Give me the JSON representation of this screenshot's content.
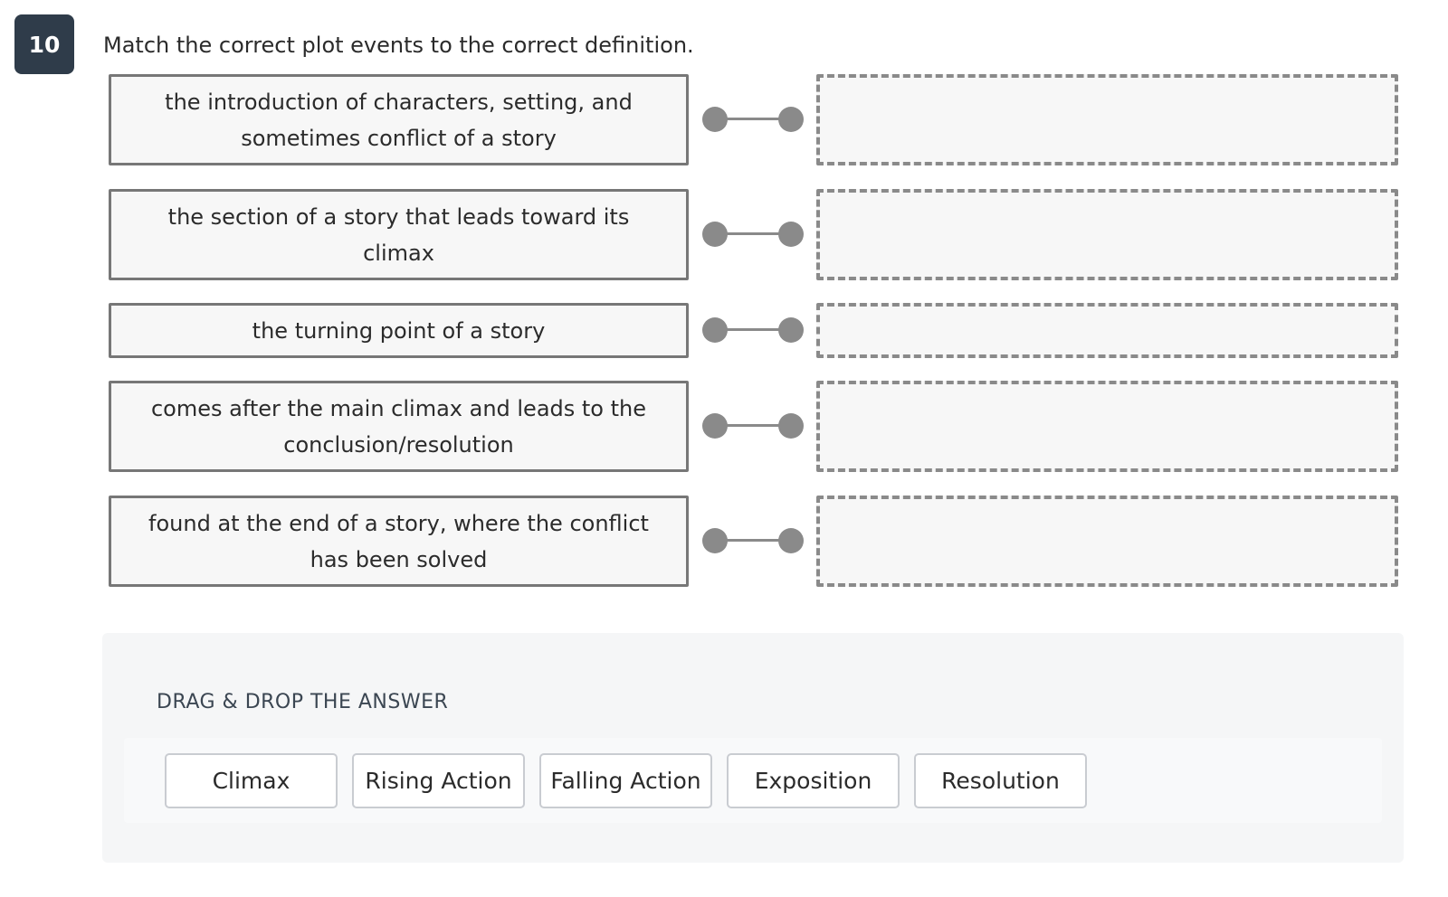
{
  "question": {
    "number": "10",
    "prompt": "Match the correct plot events to the correct definition."
  },
  "definitions": [
    "the introduction of characters, setting, and sometimes conflict of a story",
    "the section of a story that leads toward its climax",
    "the turning point of a story",
    "comes after the main climax and leads to the conclusion/resolution",
    "found at the end of a story, where the conflict has been solved"
  ],
  "answer_bank": {
    "label": "DRAG & DROP THE ANSWER",
    "options": [
      "Climax",
      "Rising Action",
      "Falling Action",
      "Exposition",
      "Resolution"
    ]
  },
  "colors": {
    "badge": "#2f3c4a",
    "connector": "#8a8a8a",
    "definition_border": "#777777",
    "bank_background": "#f5f6f7"
  }
}
